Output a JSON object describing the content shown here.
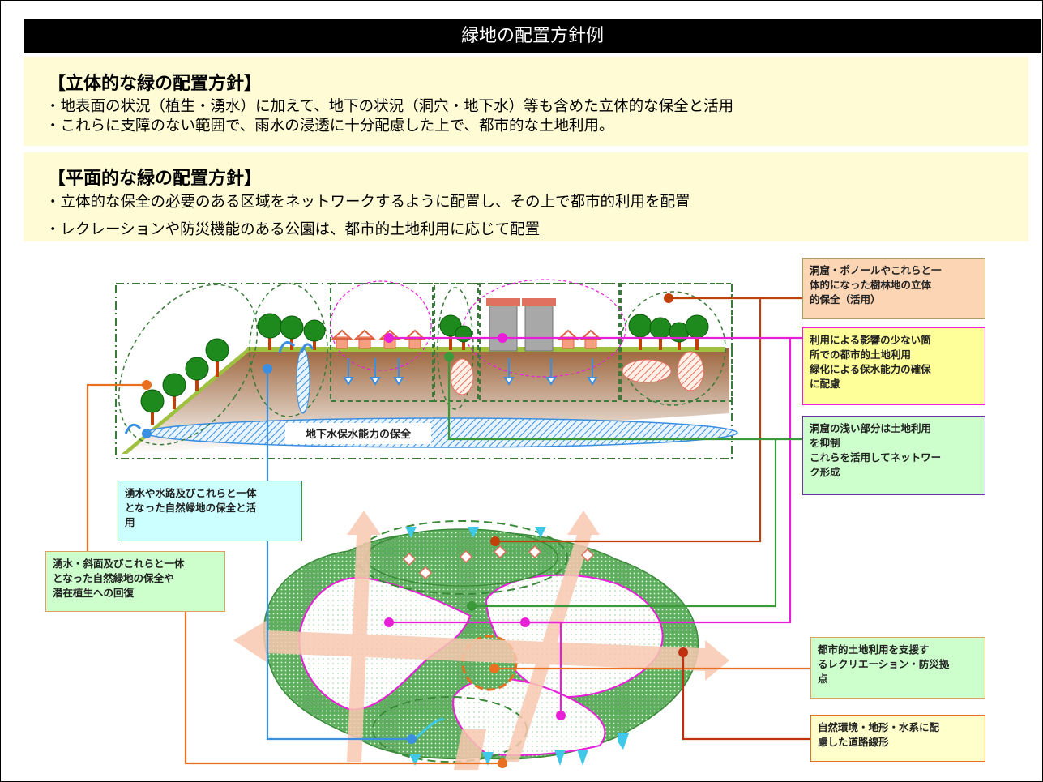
{
  "title": "緑地の配置方針例",
  "section1": {
    "heading": "【立体的な緑の配置方針】",
    "bullets": [
      "・地表面の状況（植生・湧水）に加えて、地下の状況（洞穴・地下水）等も含めた立体的な保全と活用",
      "・これらに支障のない範囲で、雨水の浸透に十分配慮した上で、都市的な土地利用。"
    ]
  },
  "section2": {
    "heading": "【平面的な緑の配置方針】",
    "bullets": [
      "・立体的な保全の必要のある区域をネットワークするように配置し、その上で都市的利用を配置",
      "・レクレーションや防災機能のある公園は、都市的土地利用に応じて配置"
    ]
  },
  "diagram": {
    "groundwater_label": "地下水保水能力の保全",
    "callouts": [
      {
        "text": "洞窟・ポノールやこれらと一\n体的になった樹林地の立体\n的保全（活用）",
        "bg": "#fcd5b4",
        "border": "#a0a060"
      },
      {
        "text": "利用による影響の少ない箇\n所での都市的土地利用\n緑化による保水能力の確保\nに配慮",
        "bg": "#ffff99",
        "border": "#e020e0"
      },
      {
        "text": "洞窟の浅い部分は土地利用\nを抑制\nこれらを活用してネットワー\nク形成",
        "bg": "#ccffcc",
        "border": "#7030a0"
      },
      {
        "text": "湧水や水路及びこれらと一体\nとなった自然緑地の保全と活\n用",
        "bg": "#ccffff",
        "border": "#3a9a3a"
      },
      {
        "text": "湧水・斜面及びこれらと一体\nとなった自然緑地の保全や\n潜在植生への回復",
        "bg": "#ccffcc",
        "border": "#e0a060"
      },
      {
        "text": "都市的土地利用を支援す\nるレクリエーション・防災拠\n点",
        "bg": "#ccffcc",
        "border": "#e0a060"
      },
      {
        "text": "自然環境・地形・水系に配\n慮した道路線形",
        "bg": "#ffffcc",
        "border": "#e07020"
      }
    ]
  },
  "colors": {
    "brown": "#c0400a",
    "magenta": "#e81ed8",
    "green": "#2f8f2f",
    "blue": "#3a8fe0",
    "orange": "#e87020"
  }
}
